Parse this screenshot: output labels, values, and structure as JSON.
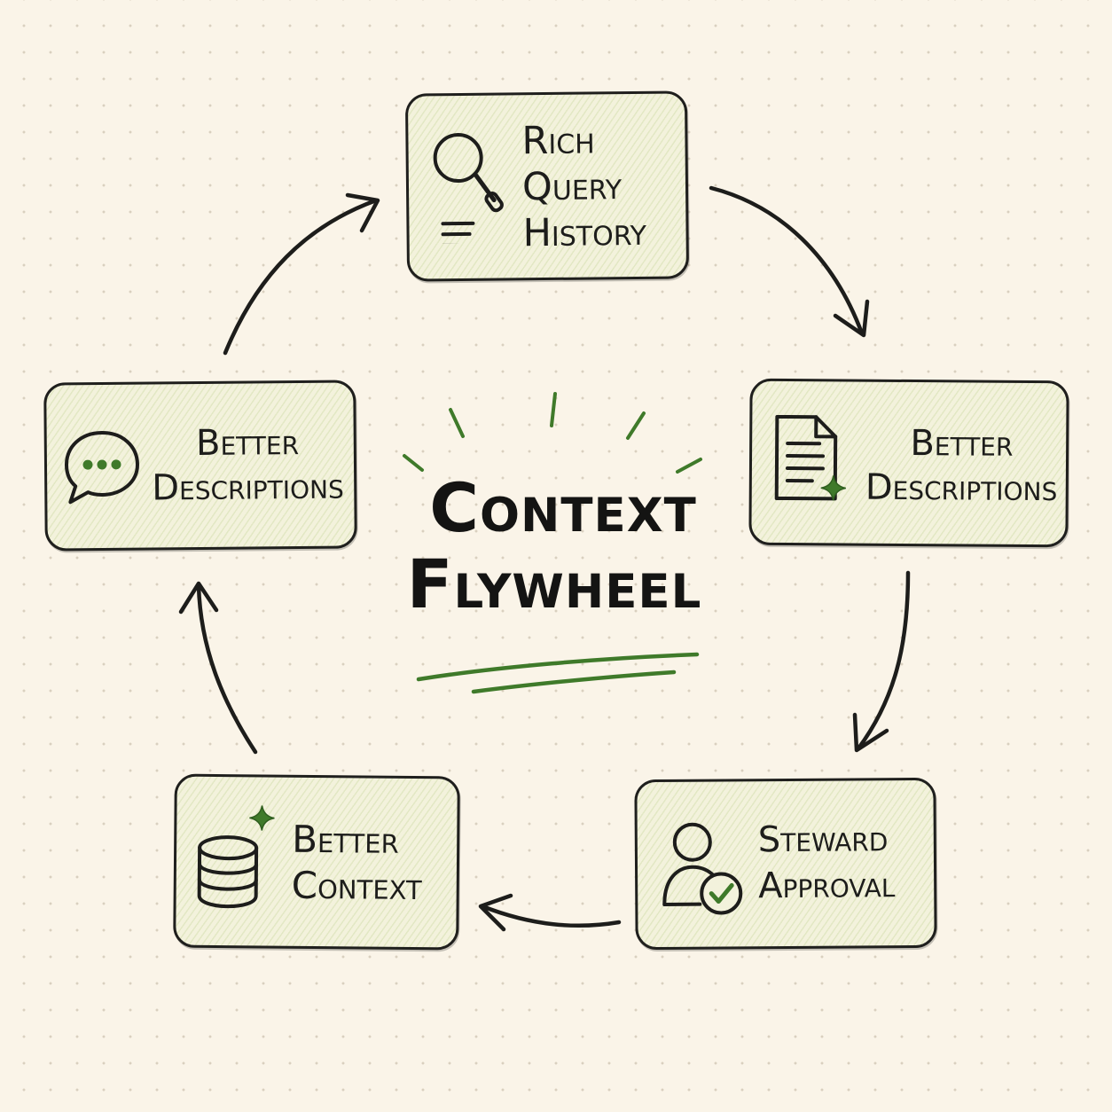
{
  "title": {
    "line1": "Context",
    "line2": "Flywheel"
  },
  "nodes": {
    "rich_query_history": {
      "lines": [
        "Rich",
        "Query",
        "History"
      ],
      "icon": "magnifier-document-icon"
    },
    "better_descriptions_right": {
      "lines": [
        "Better",
        "Descriptions"
      ],
      "icon": "document-sparkle-icon"
    },
    "steward_approval": {
      "lines": [
        "Steward",
        "Approval"
      ],
      "icon": "user-check-icon"
    },
    "better_context": {
      "lines": [
        "Better",
        "Context"
      ],
      "icon": "database-sparkle-icon"
    },
    "better_descriptions_left": {
      "lines": [
        "Better",
        "Descriptions"
      ],
      "icon": "chat-bubble-icon"
    }
  },
  "colors": {
    "background": "#faf4e8",
    "ink": "#1d1d1b",
    "accent_green": "#3f7a2a",
    "box_fill": "#f3f2dc"
  }
}
